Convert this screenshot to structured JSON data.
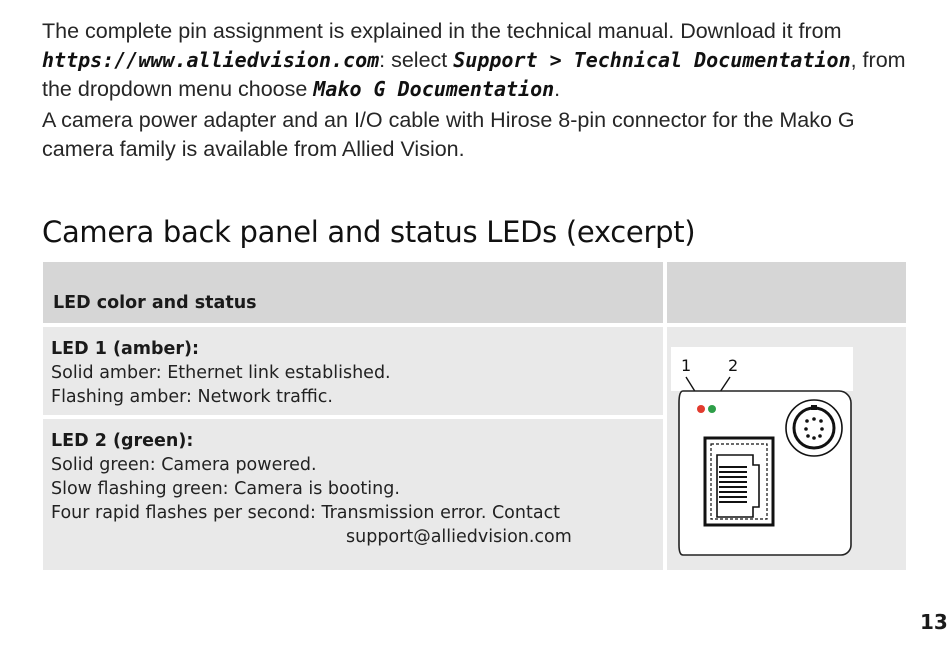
{
  "intro": {
    "p1_a": "The complete pin assignment is explained in the technical manual.  Download it from ",
    "p1_url": "https://www.alliedvision.com",
    "p1_b": ": select ",
    "p1_menu": "Support > Technical Documentation",
    "p1_c": ", from the dropdown menu choose ",
    "p1_doc": "Mako G Documentation",
    "p1_d": ".",
    "p2": "A camera power adapter and an I/O cable with Hirose 8-pin connector for the Mako G camera family is available from Allied Vision."
  },
  "section_title": "Camera back panel and status LEDs (excerpt)",
  "table": {
    "header": "LED color and status",
    "led1": {
      "title": "LED 1 (amber):",
      "lines": [
        "Solid amber: Ethernet link established.",
        "Flashing amber: Network traffic."
      ]
    },
    "led2": {
      "title": "LED 2 (green):",
      "lines": [
        "Solid green: Camera powered.",
        "Slow flashing green: Camera is booting.",
        "Four rapid flashes per second: Transmission error. Contact",
        "support@alliedvision.com"
      ]
    }
  },
  "diagram": {
    "label1": "1",
    "label2": "2",
    "led1_color": "#e23b2e",
    "led2_color": "#2e9e48",
    "icons": [
      "rj45-port-icon",
      "hirose-connector-icon"
    ]
  },
  "page_number": "13"
}
